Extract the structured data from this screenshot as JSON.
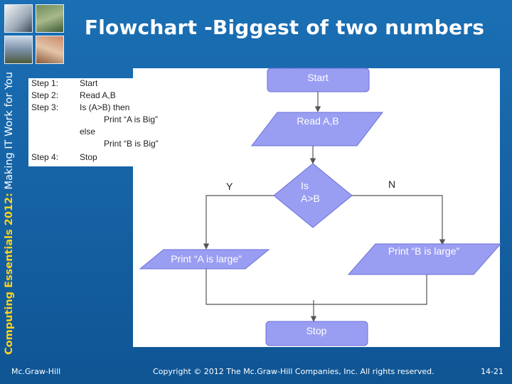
{
  "slide": {
    "title": "Flowchart -Biggest of two numbers",
    "side_title_bold": "Computing Essentials 2012:",
    "side_title_rest": "Making IT Work for You"
  },
  "algorithm": [
    {
      "step": "Step 1:",
      "text": "Start"
    },
    {
      "step": "Step 2:",
      "text": "Read A,B"
    },
    {
      "step": "Step 3:",
      "text": "Is (A>B) then"
    },
    {
      "step": "",
      "text": "Print “A is Big”",
      "indent": true
    },
    {
      "step": "",
      "text": "else"
    },
    {
      "step": "",
      "text": "Print “B is Big”",
      "indent": true
    },
    {
      "step": "Step 4:",
      "text": "Stop"
    }
  ],
  "flowchart": {
    "start": "Start",
    "read": "Read  A,B",
    "decision_line1": "Is",
    "decision_line2": "A>B",
    "yes_label": "Y",
    "no_label": "N",
    "print_a": "Print “A is large”",
    "print_b": "Print “B is large”",
    "stop": "Stop",
    "shape_fill": "#9a9ef2",
    "shape_stroke": "#6a6fd8",
    "line_color": "#555555"
  },
  "footer": {
    "publisher": "Mc.Graw-Hill",
    "copyright": "Copyright © 2012 The Mc.Graw-Hill Companies, Inc. All rights reserved.",
    "page": "14-21"
  },
  "colors": {
    "background": "#1565a6",
    "accent": "#ffd21f"
  }
}
